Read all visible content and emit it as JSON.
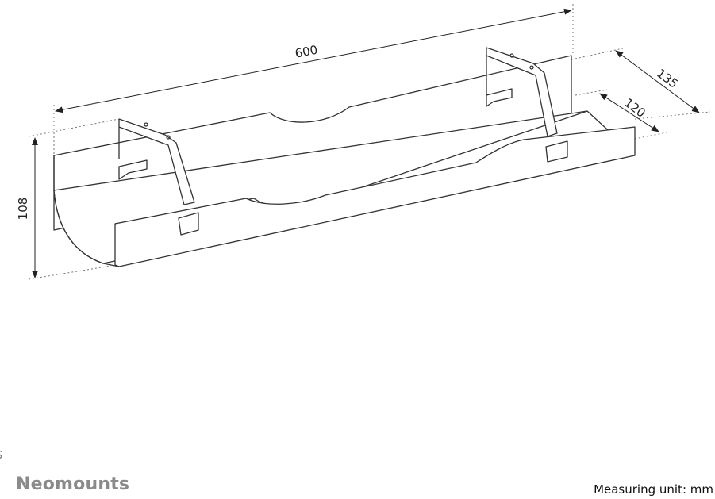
{
  "dimensions": {
    "length": "600",
    "height": "108",
    "depth_outer": "135",
    "depth_inner": "120"
  },
  "footer": {
    "fragment": "s",
    "brand": "Neomounts",
    "unit_label": "Measuring unit: mm"
  },
  "colors": {
    "line": "#333333",
    "brand": "#8a8a8a"
  }
}
